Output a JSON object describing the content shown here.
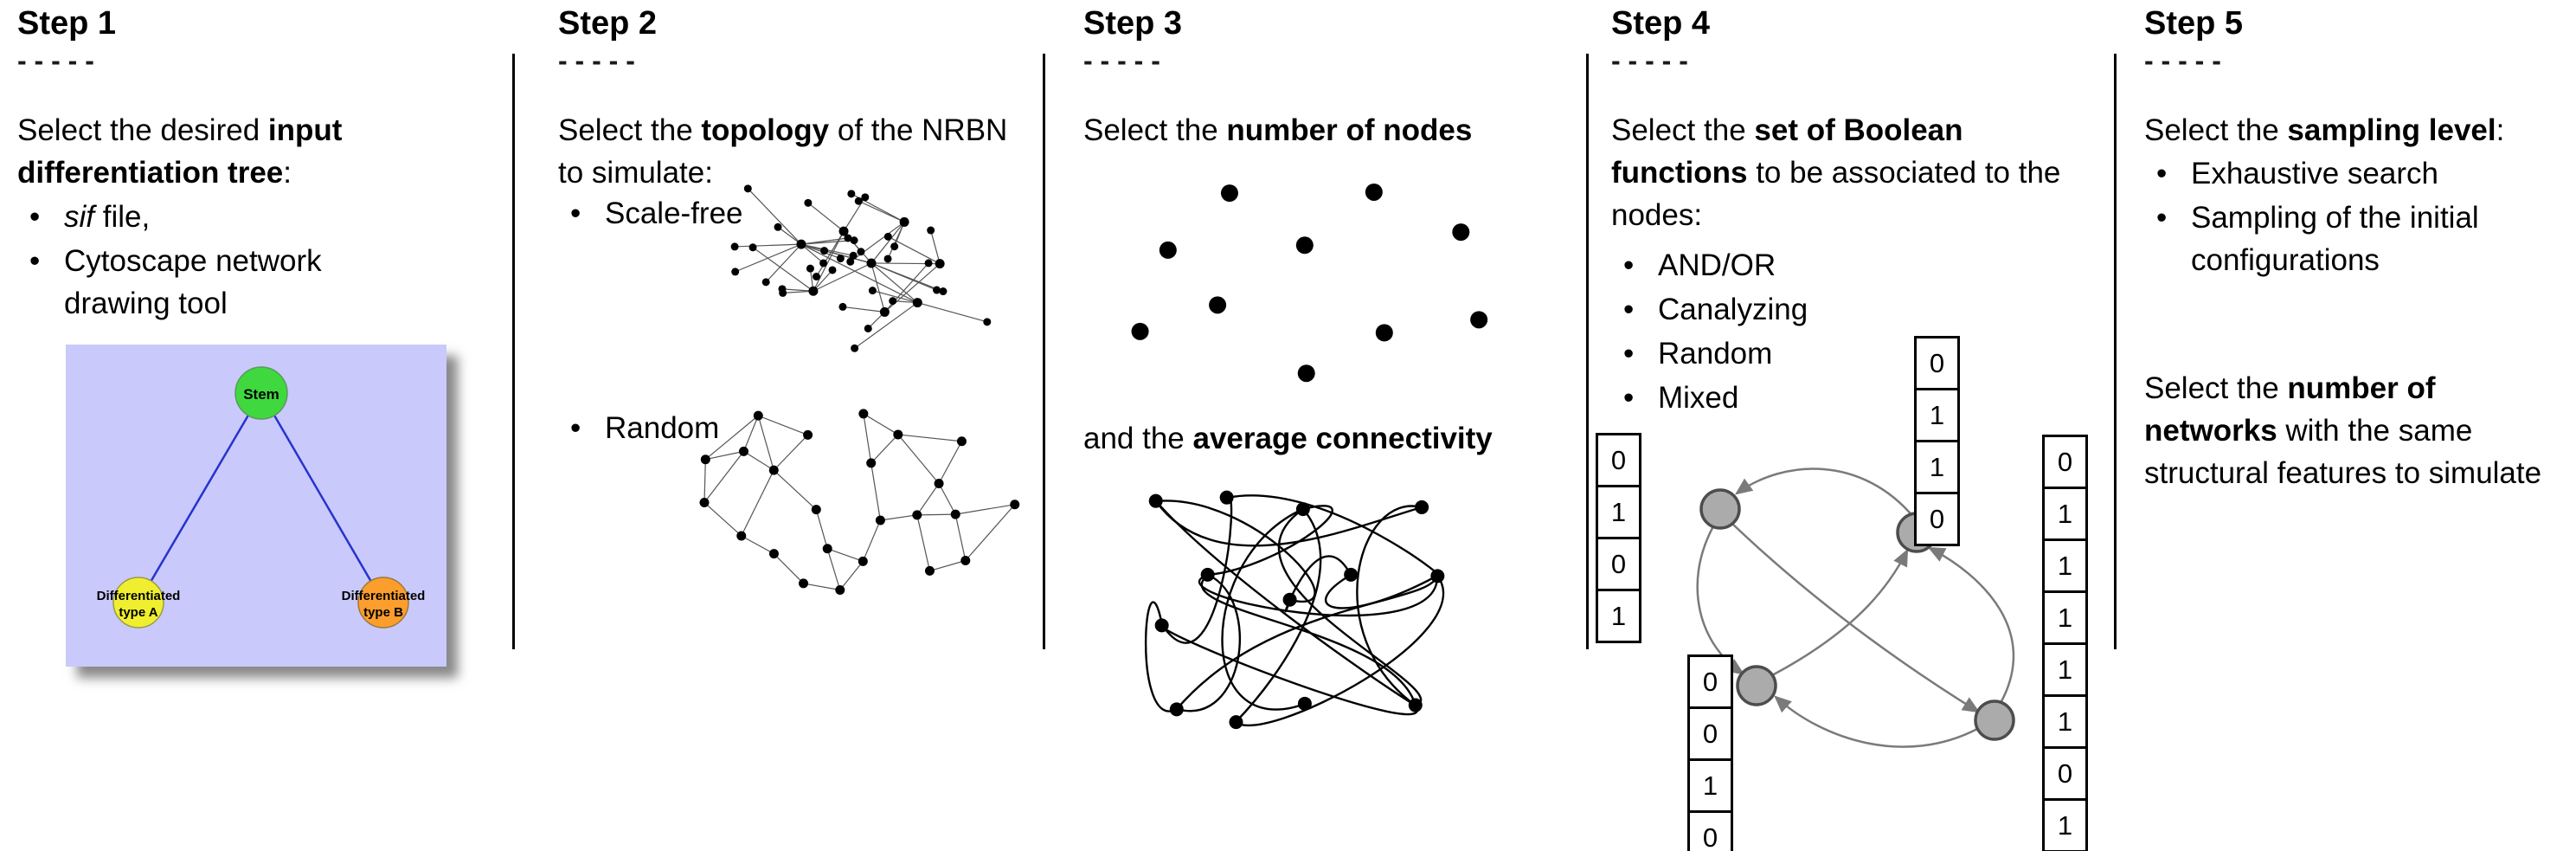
{
  "steps": [
    {
      "title": "Step 1",
      "dashes": "- - - - -",
      "intro": [
        "Select the desired ",
        "input differentiation tree",
        ":"
      ],
      "bullets": [
        {
          "italic": "sif",
          "rest": " file,"
        },
        {
          "text": "Cytoscape network drawing tool"
        }
      ],
      "tree": {
        "root": "Stem",
        "left_line1": "Differentiated",
        "left_line2": "type A",
        "right_line1": "Differentiated",
        "right_line2": "type B",
        "bg_color": "#c9c9fb",
        "root_color": "#3fd93f",
        "left_color": "#f0ef2f",
        "right_color": "#fc9e2d",
        "edge_color": "#2633cf"
      }
    },
    {
      "title": "Step 2",
      "dashes": "- - - - -",
      "intro": [
        "Select the ",
        "topology",
        " of the NRBN to simulate:"
      ],
      "bullets": [
        {
          "text": "Scale-free"
        },
        {
          "text": "Random"
        }
      ]
    },
    {
      "title": "Step 3",
      "dashes": "- - - - -",
      "intro": [
        "Select the ",
        "number of nodes",
        ""
      ],
      "intro2": [
        "and the ",
        "average connectivity",
        ""
      ]
    },
    {
      "title": "Step 4",
      "dashes": "- - - - -",
      "intro": [
        "Select the ",
        "set of Boolean functions",
        " to be associated to the nodes:"
      ],
      "bullets": [
        {
          "text": "AND/OR"
        },
        {
          "text": "Canalyzing"
        },
        {
          "text": "Random"
        },
        {
          "text": "Mixed"
        }
      ],
      "truth_tables": {
        "left": [
          "0",
          "1",
          "0",
          "1"
        ],
        "bottom_left": [
          "0",
          "0",
          "1",
          "0"
        ],
        "top_right": [
          "0",
          "1",
          "1",
          "0"
        ],
        "right": [
          "0",
          "1",
          "1",
          "1",
          "1",
          "1",
          "0",
          "1"
        ]
      }
    },
    {
      "title": "Step 5",
      "dashes": "- - - - -",
      "intro": [
        "Select the ",
        "sampling level",
        ":"
      ],
      "bullets": [
        {
          "text": "Exhaustive search"
        },
        {
          "text": "Sampling of the initial configurations"
        }
      ],
      "intro2": [
        "Select the ",
        "number of networks",
        " with the same structural features to simulate"
      ]
    }
  ]
}
